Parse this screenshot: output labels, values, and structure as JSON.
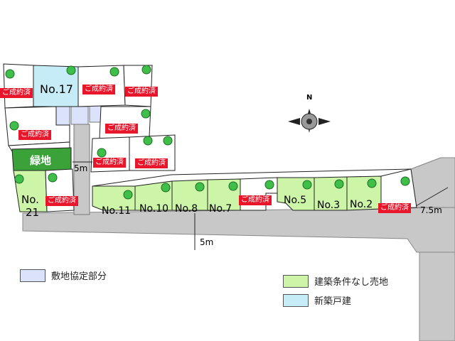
{
  "lots_for_sale": [
    "No.11",
    "No.10",
    "No.8",
    "No.7",
    "No.5",
    "No.3",
    "No.2"
  ],
  "lot_17": "No.17",
  "lot_21_line1": "No.",
  "lot_21_line2": "21",
  "green_space": "緑地",
  "sold_label": "ご成約済",
  "road_width_main": "5m",
  "road_width_branch": "5m",
  "road_width_east": "7.5m",
  "compass_label": "N",
  "legend": {
    "shared_site": "敷地協定部分",
    "land_no_conditions": "建築条件なし売地",
    "new_house": "新築戸建"
  },
  "colors": {
    "lot_green": "#cdf5a8",
    "lot_blue": "#c5ecf7",
    "shared_site": "#dae3fb",
    "green_space": "#3aa239",
    "road": "#c8c8c8",
    "sold_tag": "#e8152b"
  }
}
